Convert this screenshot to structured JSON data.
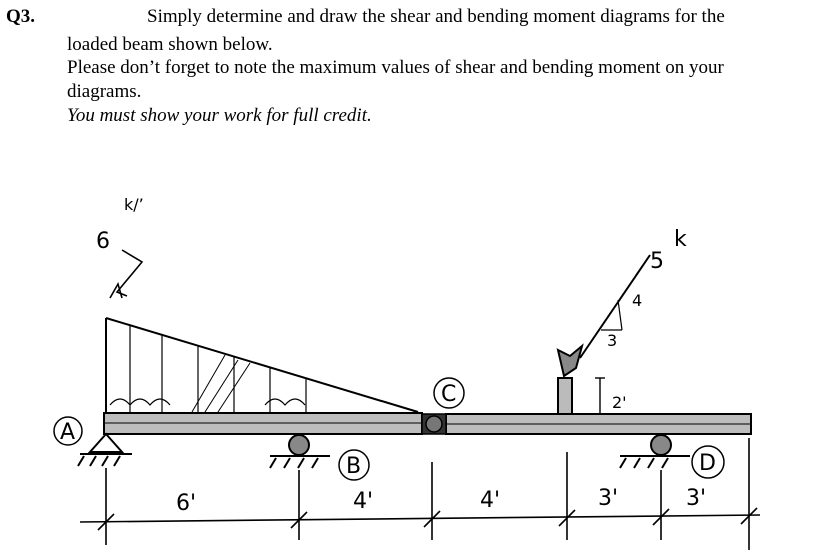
{
  "question": {
    "number": "Q3.",
    "line1": "Simply determine and draw the shear and bending moment diagrams for the",
    "line2": "loaded beam shown below.",
    "line3": "Please don’t forget to note the maximum values of shear and bending moment on your",
    "line4": "diagrams.",
    "line5": "You must show your work for full credit."
  },
  "diagram": {
    "distributed_load": "6",
    "distributed_unit": "k/’",
    "point_load": "5",
    "point_load_unit": "k",
    "slope_rise": "4",
    "slope_run": "3",
    "lever_height": "2'",
    "labels": {
      "a": "A",
      "b": "B",
      "c": "C",
      "d": "D"
    },
    "dimensions": [
      "6'",
      "4'",
      "4'",
      "3'",
      "3'"
    ]
  }
}
